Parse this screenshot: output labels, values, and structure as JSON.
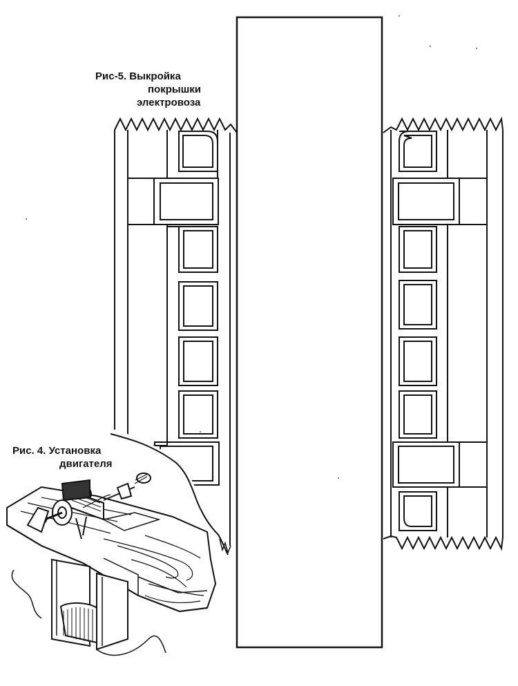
{
  "fig5_caption": {
    "line1": "Рис-5. Выкройка",
    "line2": "покрышки",
    "line3": "электровоза"
  },
  "fig4_caption": {
    "line1": "Рис. 4. Установка",
    "line2": "двигателя"
  },
  "colors": {
    "ink": "#111111",
    "paper": "#ffffff"
  }
}
